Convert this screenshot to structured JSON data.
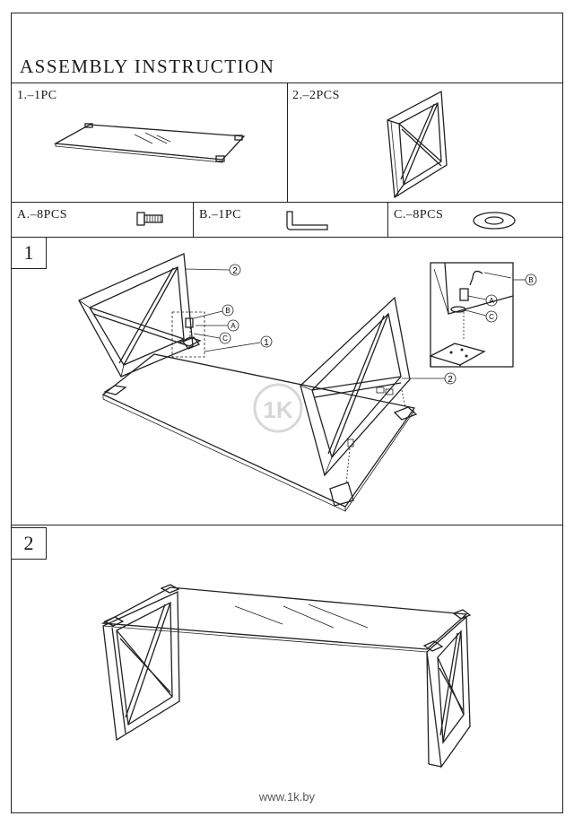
{
  "header": {
    "title": "ASSEMBLY INSTRUCTION"
  },
  "parts": [
    {
      "label": "1.–1PC",
      "icon": "glass-tabletop-icon"
    },
    {
      "label": "2.–2PCS",
      "icon": "x-frame-leg-icon"
    }
  ],
  "hardware": [
    {
      "label": "A.–8PCS",
      "icon": "bolt-icon"
    },
    {
      "label": "B.–1PC",
      "icon": "allen-key-icon"
    },
    {
      "label": "C.–8PCS",
      "icon": "washer-icon"
    }
  ],
  "steps": [
    {
      "number": "1",
      "callouts": {
        "part1": "1",
        "part2": "2",
        "a": "A",
        "b": "B",
        "c": "C"
      }
    },
    {
      "number": "2"
    }
  ],
  "watermark": "1K",
  "footer": {
    "text": "www.1k.by"
  }
}
